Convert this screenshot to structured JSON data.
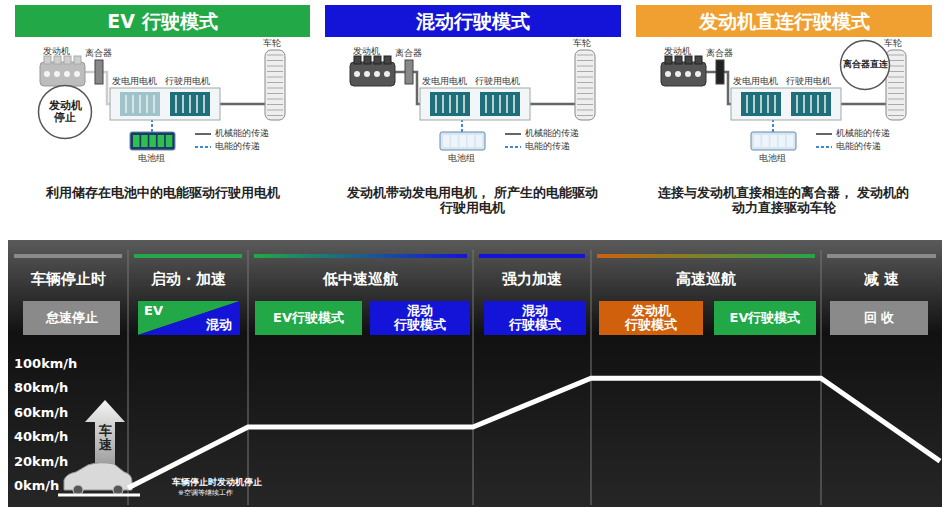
{
  "diagram": {
    "nodes": [
      {
        "text": [
          "EV 行驶模式"
        ]
      },
      {
        "text": [
          "混动行驶模式"
        ]
      },
      {
        "text": [
          "发动机直连行驶模式"
        ]
      },
      {
        "text": [
          "发动机 停止"
        ]
      },
      {
        "text": [
          "离合器直连"
        ]
      },
      {
        "text": [
          "车辆停止时"
        ]
      },
      {
        "text": [
          "启动・加速"
        ]
      },
      {
        "text": [
          "低中速巡航"
        ]
      },
      {
        "text": [
          "强力加速"
        ]
      },
      {
        "text": [
          "高速巡航"
        ]
      },
      {
        "text": [
          "减 速"
        ]
      },
      {
        "text": [
          "怠速停止"
        ]
      },
      {
        "text": [
          "EV",
          "混动"
        ]
      },
      {
        "text": [
          "EV行驶模式"
        ]
      },
      {
        "text": [
          "混动 行驶模式"
        ]
      },
      {
        "text": [
          "混动 行驶模式"
        ]
      },
      {
        "text": [
          "发动机 行驶模式"
        ]
      },
      {
        "text": [
          "EV行驶模式"
        ]
      },
      {
        "text": [
          "回 收"
        ]
      }
    ],
    "labels": [
      "发动机",
      "离合器",
      "车轮",
      "发电用电机",
      "行驶用电机",
      "机械能的传递",
      "电能的传递",
      "电池组",
      "发动机",
      "离合器",
      "车轮",
      "发电用电机",
      "行驶用电机",
      "机械能的传递",
      "电能的传递",
      "电池组",
      "发动机",
      "离合器",
      "车轮",
      "发电用电机",
      "行驶用电机",
      "机械能的传递",
      "电能的传递",
      "电池组",
      "利用储存在电池中的电能驱动行驶用电机",
      "发动机带动发电用电机， 所产生的电能驱动行驶用电机",
      "连接与发动机直接相连的离合器， 发动机的动力直接驱动车轮",
      "100km/h",
      "80km/h",
      "60km/h",
      "40km/h",
      "20km/h",
      "0km/h",
      "车速",
      "车辆停止时发动机停止",
      "※空调等继续工作"
    ]
  }
}
